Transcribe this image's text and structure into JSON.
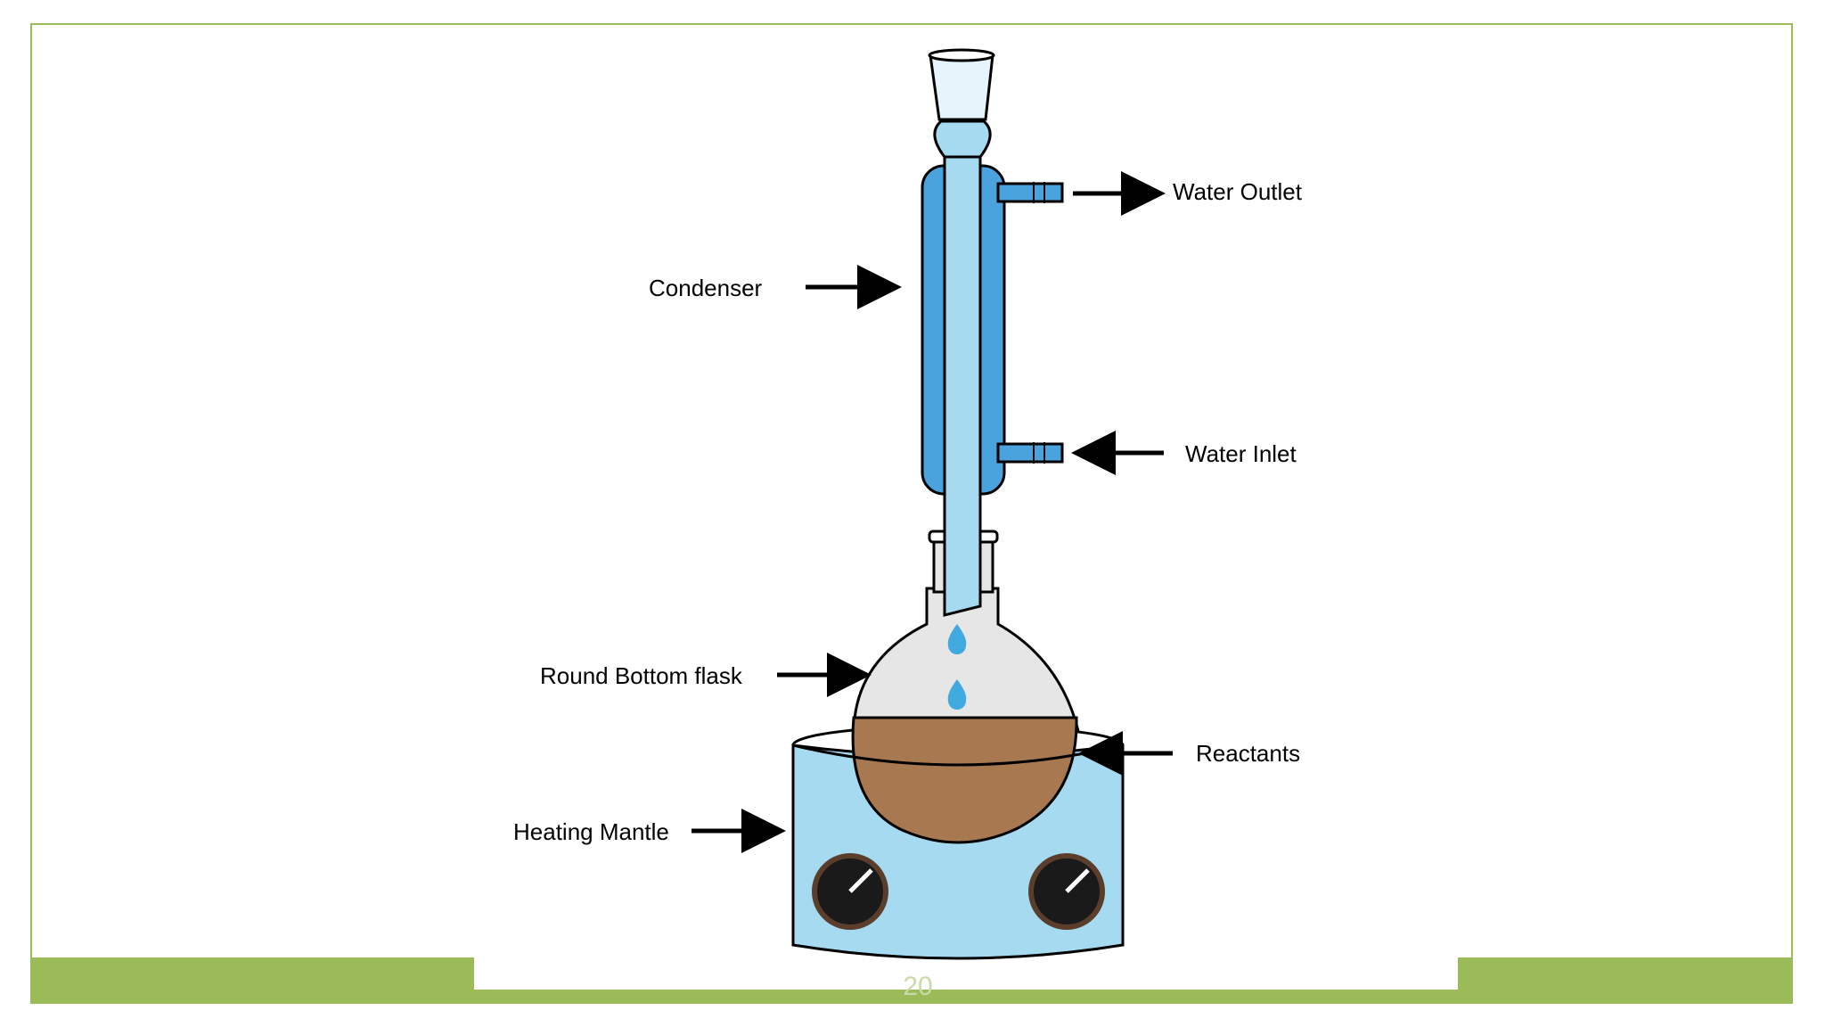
{
  "labels": {
    "water_outlet": "Water Outlet",
    "condenser": "Condenser",
    "water_inlet": "Water Inlet",
    "round_bottom_flask": "Round Bottom flask",
    "reactants": "Reactants",
    "heating_mantle": "Heating Mantle"
  },
  "page_number": "20",
  "colors": {
    "frame_green": "#9bbb59",
    "mantle_blue": "#a6daf0",
    "condenser_blue": "#4aa3dd",
    "reactant_brown": "#a87850",
    "flask_gray": "#e6e6e6",
    "drop_blue": "#3fa9e0"
  }
}
